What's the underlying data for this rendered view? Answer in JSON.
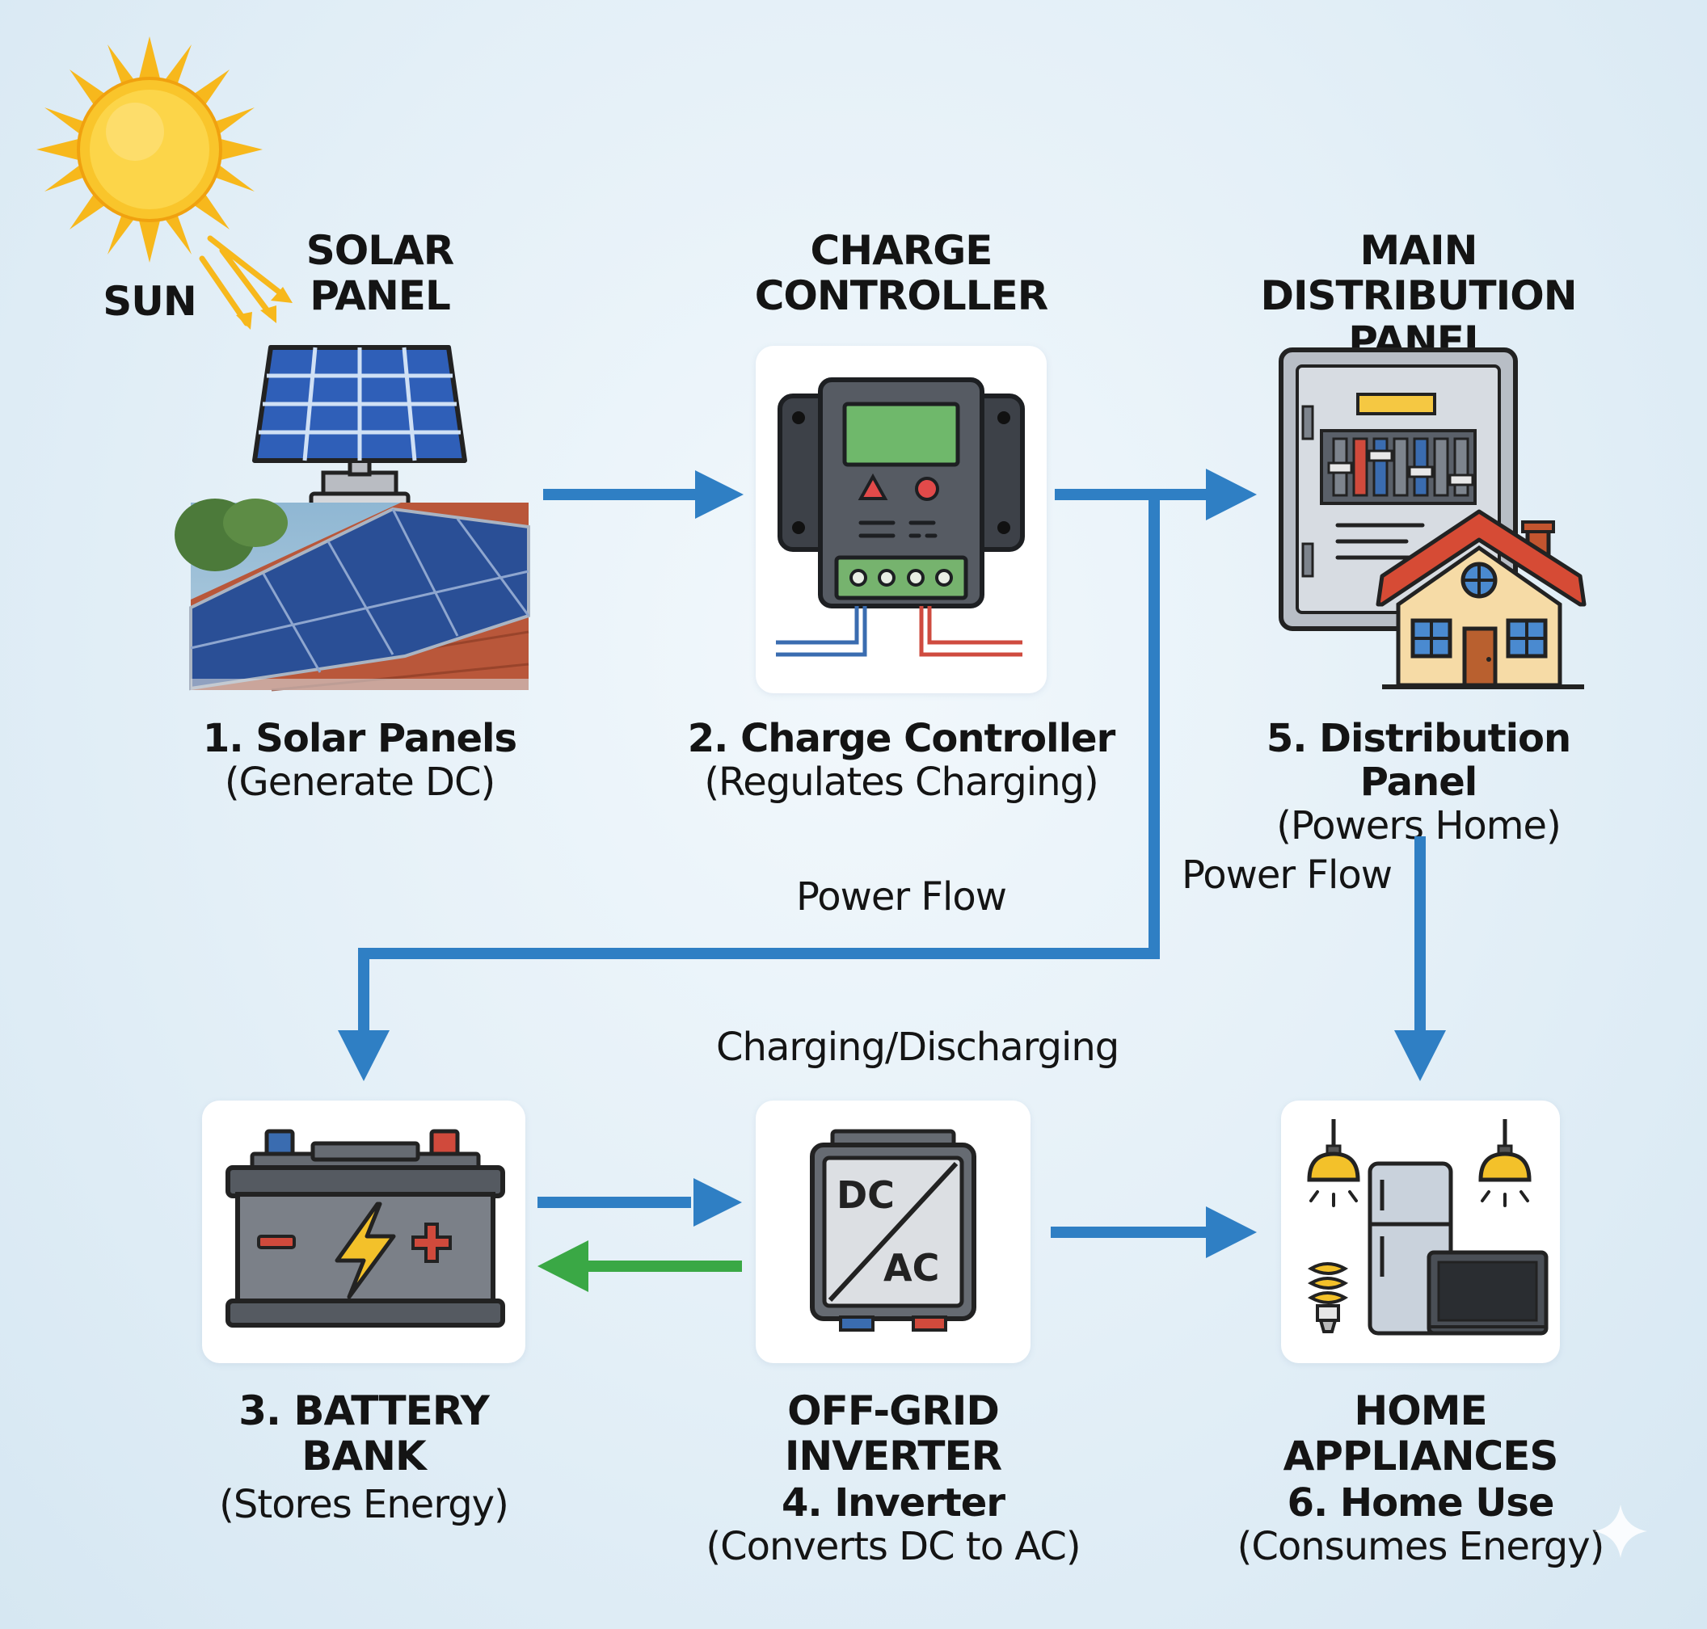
{
  "diagram": {
    "sun_label": "SUN",
    "headers": {
      "solar_panel": [
        "SOLAR",
        "PANEL"
      ],
      "charge_controller": [
        "CHARGE",
        "CONTROLLER"
      ],
      "main_distribution": [
        "MAIN DISTRIBUTION",
        "PANEL"
      ]
    },
    "steps": {
      "solar": {
        "title": "1. Solar Panels",
        "sub": "(Generate DC)"
      },
      "controller": {
        "title": "2. Charge Controller",
        "sub": "(Regulates Charging)"
      },
      "distribution": {
        "title": "5. Distribution Panel",
        "sub": "(Powers Home)"
      },
      "battery": {
        "title1": "3. BATTERY",
        "title2": "BANK",
        "sub": "(Stores Energy)"
      },
      "inverter": {
        "title1": "OFF-GRID",
        "title2": "INVERTER",
        "title3": "4. Inverter",
        "sub": "(Converts DC to AC)"
      },
      "home": {
        "title1": "HOME",
        "title2": "APPLIANCES",
        "title3": "6. Home Use",
        "sub": "(Consumes Energy)"
      }
    },
    "flow_labels": {
      "power_flow_left": "Power Flow",
      "power_flow_right": "Power Flow",
      "charging": "Charging/Discharging"
    },
    "inverter_icon": {
      "dc": "DC",
      "ac": "AC"
    },
    "colors": {
      "arrow_blue": "#2f7fc4",
      "arrow_green": "#3aa845",
      "sun": "#f7b81c",
      "panel_blue": "#2f5fb8"
    }
  }
}
